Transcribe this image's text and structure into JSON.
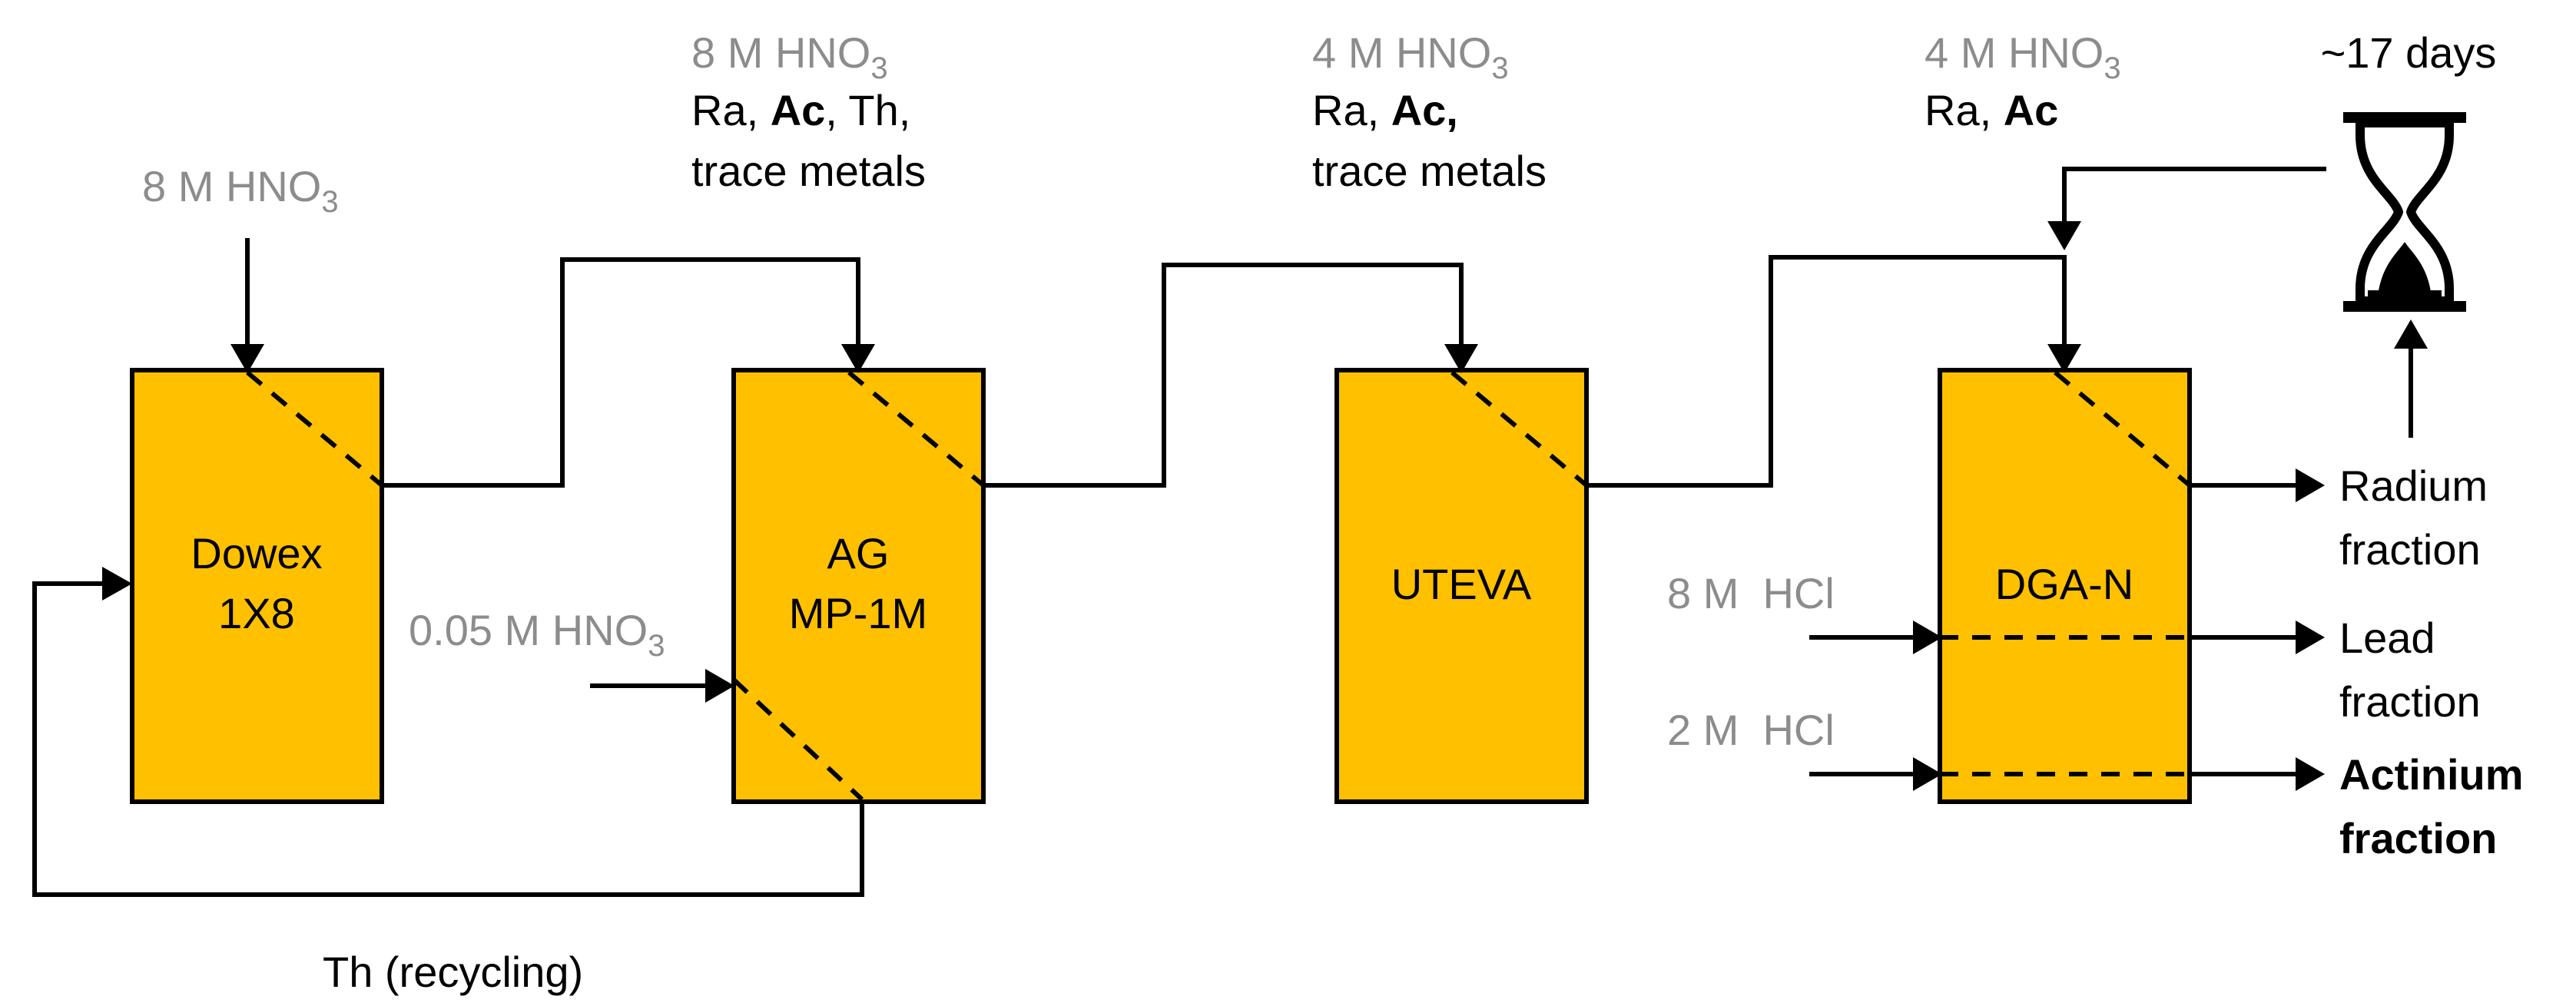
{
  "columns": {
    "dowex": {
      "line1": "Dowex",
      "line2": "1X8"
    },
    "ag": {
      "line1": "AG",
      "line2": "MP-1M"
    },
    "uteva": {
      "label": "UTEVA"
    },
    "dga": {
      "label": "DGA-N"
    }
  },
  "inputs": {
    "dowex_feed": {
      "base": "8 M HNO",
      "sub": "3"
    },
    "ag_feed": {
      "acid_base": "8 M HNO",
      "acid_sub": "3",
      "ra": "Ra, ",
      "ac": "Ac",
      "th": ", Th,",
      "line3": "trace metals"
    },
    "ag_strip": {
      "base": "0.05 M HNO",
      "sub": "3"
    },
    "uteva_feed": {
      "acid_base": "4 M HNO",
      "acid_sub": "3",
      "ra": "Ra, ",
      "ac": "Ac,",
      "line3": "trace metals"
    },
    "dga_feed": {
      "acid_base": "4 M HNO",
      "acid_sub": "3",
      "ra": "Ra, ",
      "ac": "Ac"
    },
    "hcl_8": {
      "label": "8 M  HCl"
    },
    "hcl_2": {
      "label": "2 M  HCl"
    }
  },
  "decay": {
    "label": "~17 days",
    "icon": "hourglass-icon"
  },
  "outputs": {
    "radium": {
      "line1": "Radium",
      "line2": "fraction"
    },
    "lead": {
      "line1": "Lead",
      "line2": "fraction"
    },
    "actinium": {
      "line1": "Actinium",
      "line2": "fraction"
    }
  },
  "recycle": {
    "label": "Th (recycling)"
  },
  "colors": {
    "column_fill": "#FFC000",
    "input_text": "#8c8c8c",
    "line": "#000000"
  }
}
